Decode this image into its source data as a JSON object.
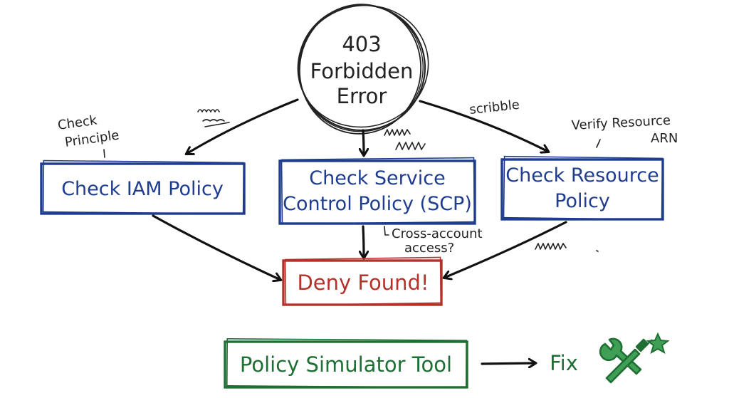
{
  "error": {
    "line1": "403",
    "line2": "Forbidden",
    "line3": "Error"
  },
  "boxes": {
    "iam": {
      "label": "Check IAM Policy"
    },
    "scp": {
      "line1": "Check Service",
      "line2": "Control Policy (SCP)"
    },
    "resource": {
      "line1": "Check Resource",
      "line2": "Policy"
    },
    "deny": {
      "label": "Deny Found!"
    },
    "simulator": {
      "label": "Policy Simulator Tool"
    }
  },
  "fix": {
    "label": "Fix",
    "icon": "tools-wrench-screwdriver-icon",
    "color": "#1f6e34"
  },
  "annotations": {
    "check_principle": {
      "line1": "Check",
      "line2": "Principle"
    },
    "scribble": "scribble",
    "verify": {
      "line1": "Verify Resource",
      "line2": "ARN"
    },
    "cross_account": {
      "line1": "Cross-account",
      "line2": "access?"
    }
  },
  "colors": {
    "blue": "#1f3c8f",
    "red": "#b3332b",
    "green": "#1f6e34",
    "ink": "#111111"
  }
}
